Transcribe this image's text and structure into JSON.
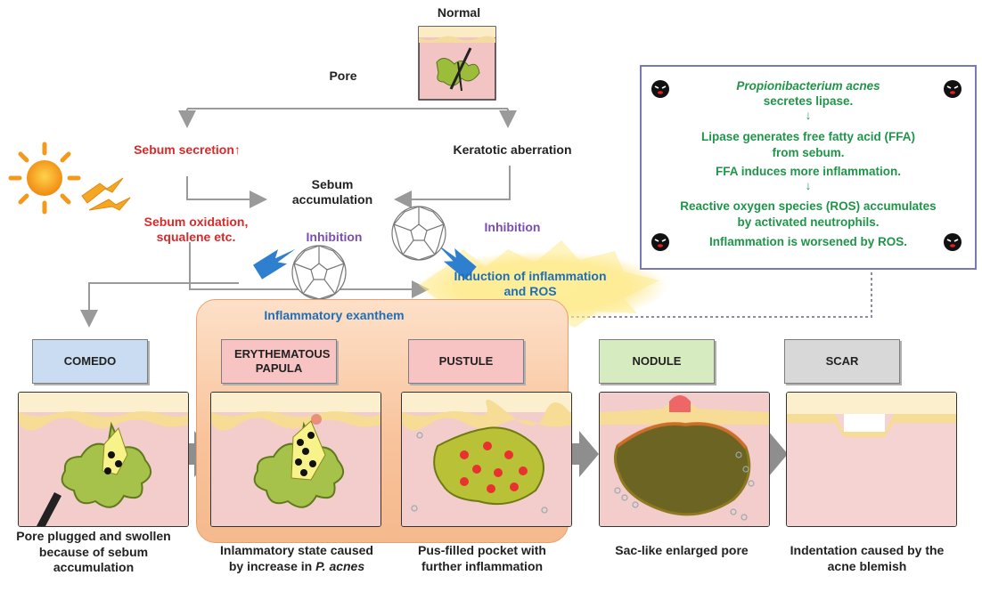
{
  "top": {
    "normal_label": "Normal",
    "pore_label": "Pore",
    "sebum_secretion": "Sebum secretion↑",
    "keratotic": "Keratotic aberration",
    "sebum_accumulation": "Sebum accumulation",
    "sebum_oxidation": "Sebum oxidation, squalene etc.",
    "inhibition_left": "Inhibition",
    "inhibition_right": "Inhibition",
    "induction": "Induction of inflammation and ROS",
    "inflammatory_exanthem": "Inflammatory exanthem"
  },
  "info": {
    "line1_italic": "Propionibacterium acnes",
    "line2": "secretes lipase.",
    "arrow1": "↓",
    "line3": "Lipase generates free fatty acid (FFA)",
    "line4": "from sebum.",
    "line5": "FFA induces more inflammation.",
    "arrow2": "↓",
    "line6": "Reactive oxygen species (ROS) accumulates",
    "line7": "by activated neutrophils.",
    "line8": "Inflammation is worsened by ROS."
  },
  "stages": [
    {
      "label": "COMEDO",
      "caption": "Pore plugged and swollen because of sebum accumulation"
    },
    {
      "label": "ERYTHEMATOUS PAPULA",
      "caption_a": "Inlammatory state caused by increase in ",
      "caption_italic": "P. acnes"
    },
    {
      "label": "PUSTULE",
      "caption": "Pus-filled pocket with further inflammation"
    },
    {
      "label": "NODULE",
      "caption": "Sac-like enlarged pore"
    },
    {
      "label": "SCAR",
      "caption": "Indentation caused by the acne blemish"
    }
  ],
  "colors": {
    "red_text": "#d92a2a",
    "purple_text": "#7a4fb0",
    "blue_text": "#1f6fb8",
    "green_text": "#20944a",
    "comedo_box": "#c9dcf2",
    "papula_box": "#f7c3c3",
    "pustule_box": "#f7c3c3",
    "nodule_box": "#d6ebbf",
    "scar_box": "#d8d8d8"
  }
}
